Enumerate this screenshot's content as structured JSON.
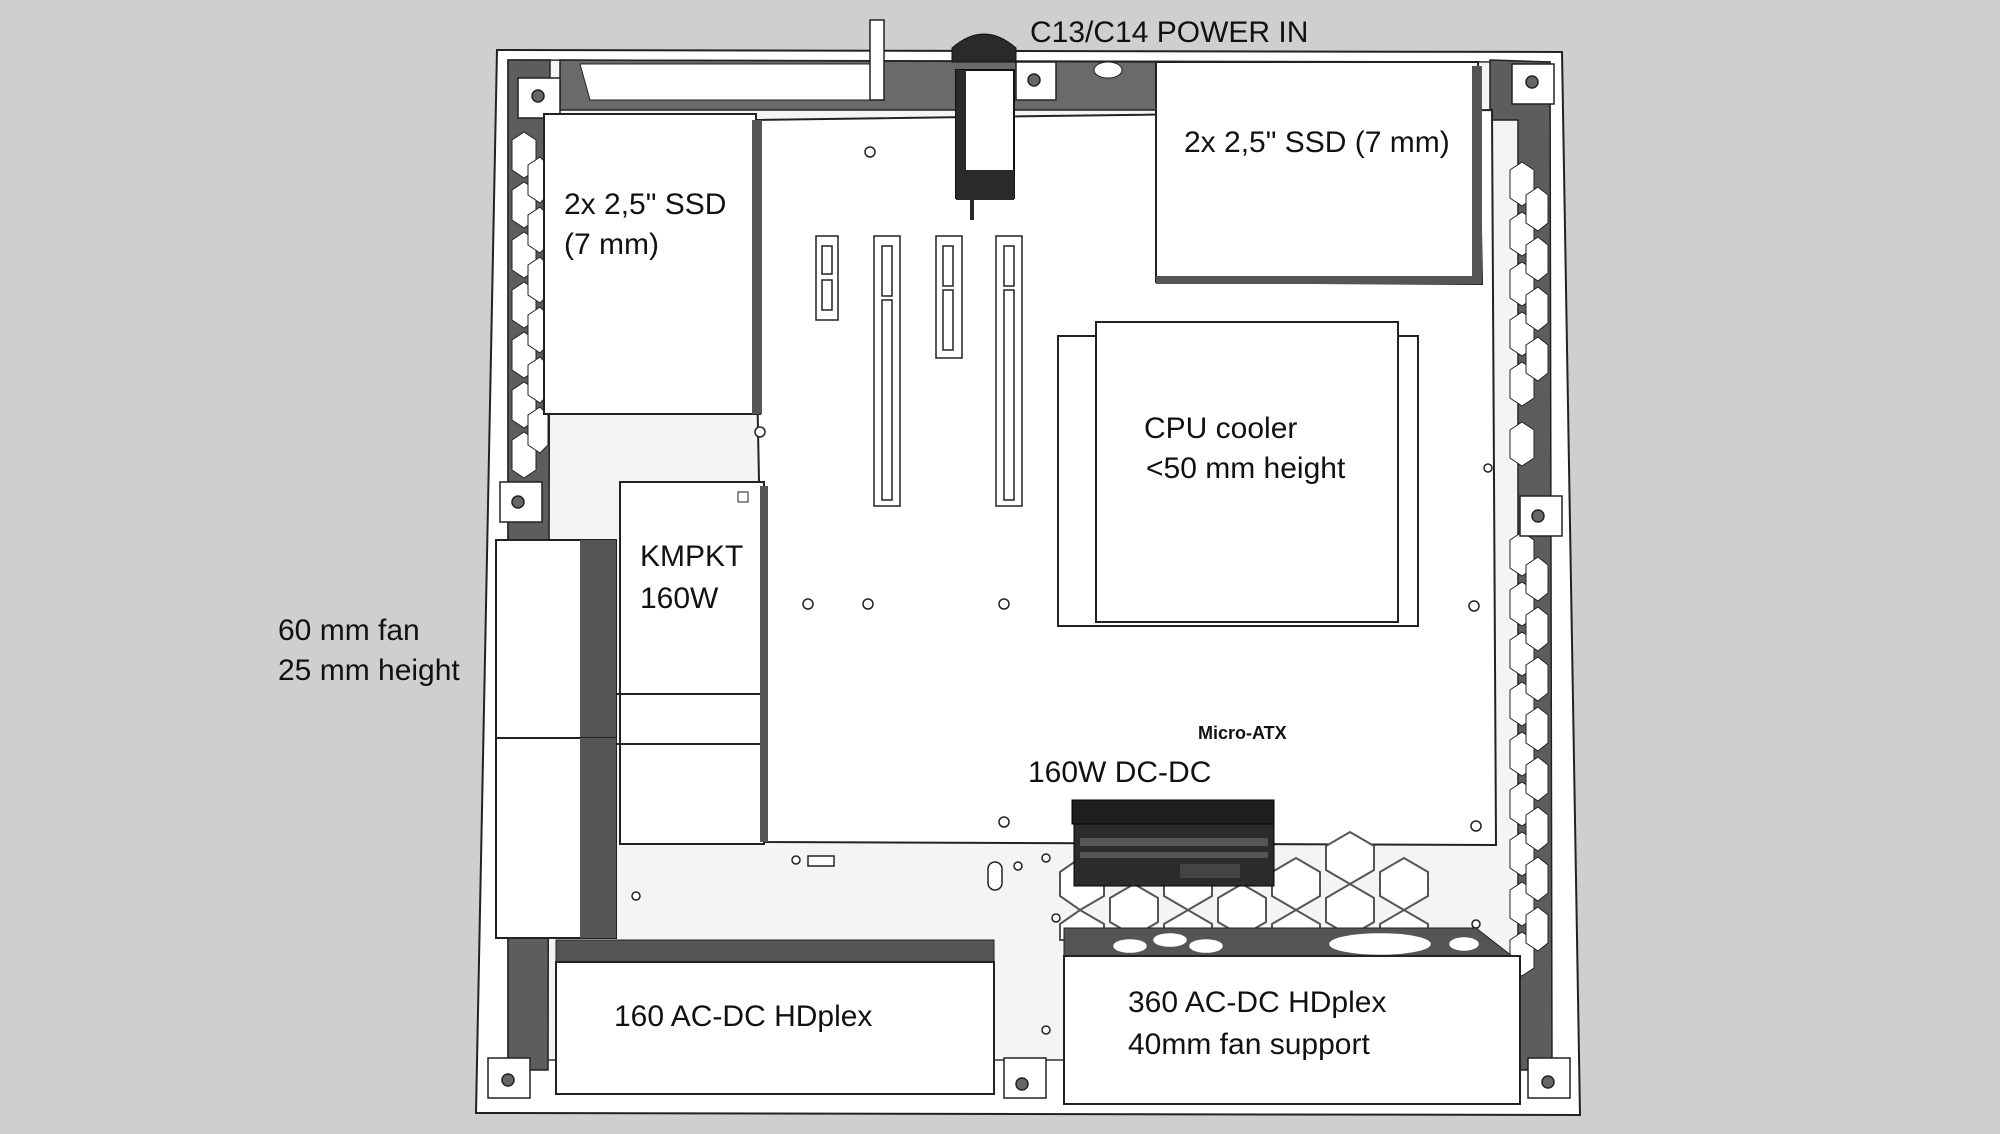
{
  "labels": {
    "power_in": "C13/C14 POWER IN",
    "ssd_left_line1": "2x 2,5\" SSD",
    "ssd_left_line2": "(7 mm)",
    "ssd_right": "2x 2,5\" SSD (7 mm)",
    "cpu_line1": "CPU cooler",
    "cpu_line2": "<50 mm height",
    "kmpkt_line1": "KMPKT",
    "kmpkt_line2": "160W",
    "fan_line1": "60 mm fan",
    "fan_line2": "25 mm height",
    "motherboard": "Micro-ATX",
    "dcdc": "160W DC-DC",
    "psu_160": "160 AC-DC HDplex",
    "psu_360_line1": "360 AC-DC HDplex",
    "psu_360_line2": "40mm fan support"
  },
  "colors": {
    "background": "#cfcfcd",
    "case_wall": "#5a5a5a",
    "panel": "#ffffff",
    "outline": "#222222",
    "dcdc_body": "#1e1e1e"
  }
}
